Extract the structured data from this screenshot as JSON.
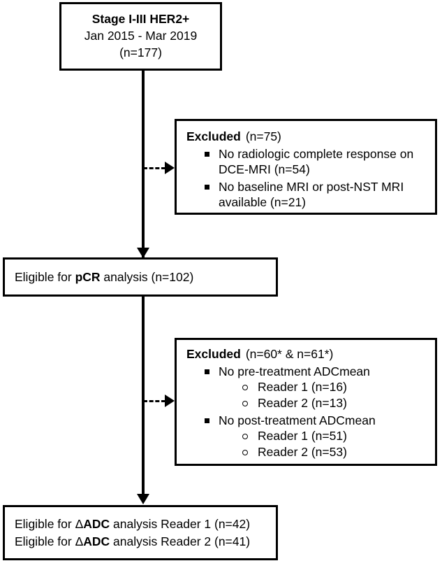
{
  "figure": {
    "type": "flowchart",
    "orientation": "vertical",
    "stroke_color": "#000000",
    "background_color": "#ffffff"
  },
  "nodes": {
    "cohort": {
      "title": "Stage I-III HER2+",
      "period": "Jan 2015 - Mar 2019",
      "count": "(n=177)"
    },
    "excluded_1": {
      "label": "Excluded",
      "count": "(n=75)",
      "items": [
        "No radiologic complete response on DCE-MRI (n=54)",
        "No baseline MRI or post-NST MRI available (n=21)"
      ]
    },
    "pcr": {
      "prefix": "Eligible for ",
      "emphasis": "pCR",
      "suffix": " analysis (n=102)"
    },
    "excluded_2": {
      "label": "Excluded",
      "count": "(n=60* & n=61*)",
      "groups": [
        {
          "heading": "No pre-treatment ADCmean",
          "subitems": [
            "Reader 1 (n=16)",
            "Reader 2 (n=13)"
          ]
        },
        {
          "heading": "No post-treatment ADCmean",
          "subitems": [
            "Reader 1 (n=51)",
            "Reader 2 (n=53)"
          ]
        }
      ]
    },
    "delta_adc": {
      "lines": [
        {
          "prefix": "Eligible for Δ",
          "emphasis": "ADC",
          "suffix": " analysis Reader 1 (n=42)"
        },
        {
          "prefix": "Eligible for Δ",
          "emphasis": "ADC",
          "suffix": " analysis Reader 2 (n=41)"
        }
      ]
    }
  },
  "bullets": {
    "level1_glyph": "filled-square",
    "level2_glyph": "hollow-circle"
  },
  "connectors": [
    {
      "name": "cohort-to-pcr",
      "style": "solid",
      "direction": "down"
    },
    {
      "name": "branch-to-excluded-1",
      "style": "dashed",
      "direction": "right"
    },
    {
      "name": "pcr-to-delta-adc",
      "style": "solid",
      "direction": "down"
    },
    {
      "name": "branch-to-excluded-2",
      "style": "dashed",
      "direction": "right"
    }
  ]
}
